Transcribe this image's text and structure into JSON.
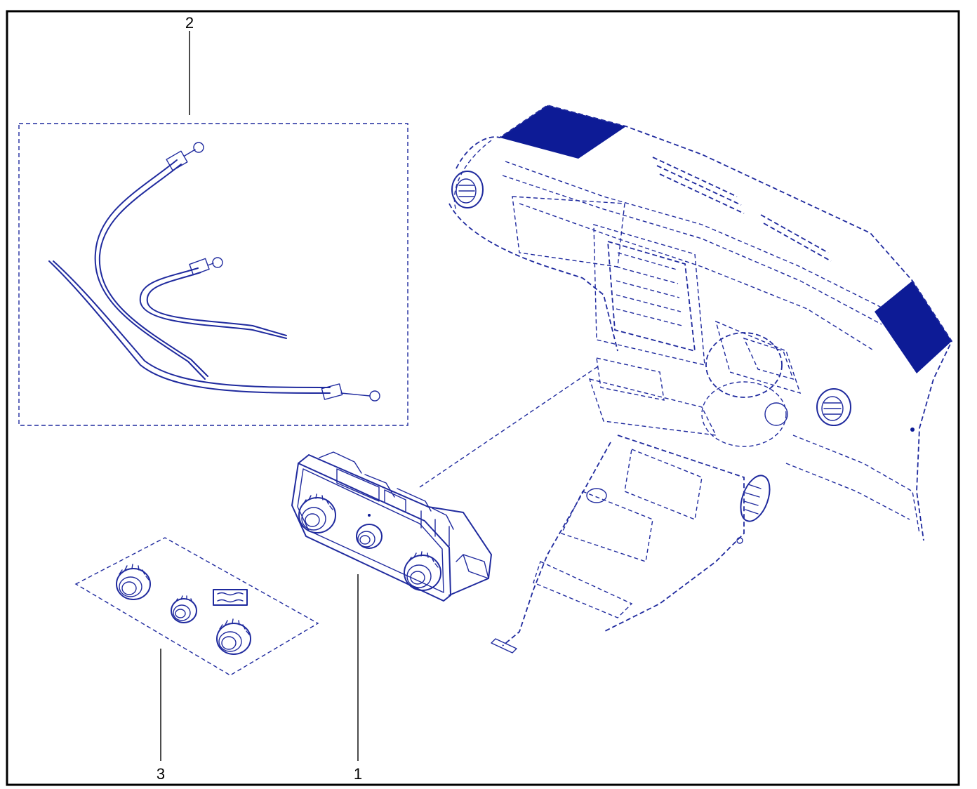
{
  "callouts": {
    "item_1": "1",
    "item_2": "2",
    "item_3": "3"
  },
  "colors": {
    "ink": "#1f2a9e",
    "fill": "#0d1b96",
    "frame": "#000000"
  }
}
